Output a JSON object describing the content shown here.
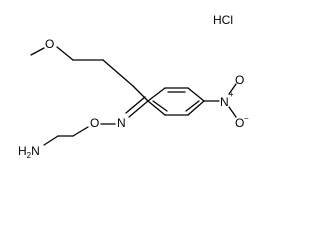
{
  "structure": {
    "salt": "HCl",
    "atoms": {
      "methoxy_oxygen": "O",
      "oxime_nitrogen": "N",
      "oxime_oxygen": "O",
      "amine": "H2N",
      "nitro_nitrogen": "N",
      "nitro_charge_pos": "+",
      "nitro_oxygen_1": "O",
      "nitro_oxygen_2": "O",
      "nitro_charge_neg": "−"
    }
  }
}
